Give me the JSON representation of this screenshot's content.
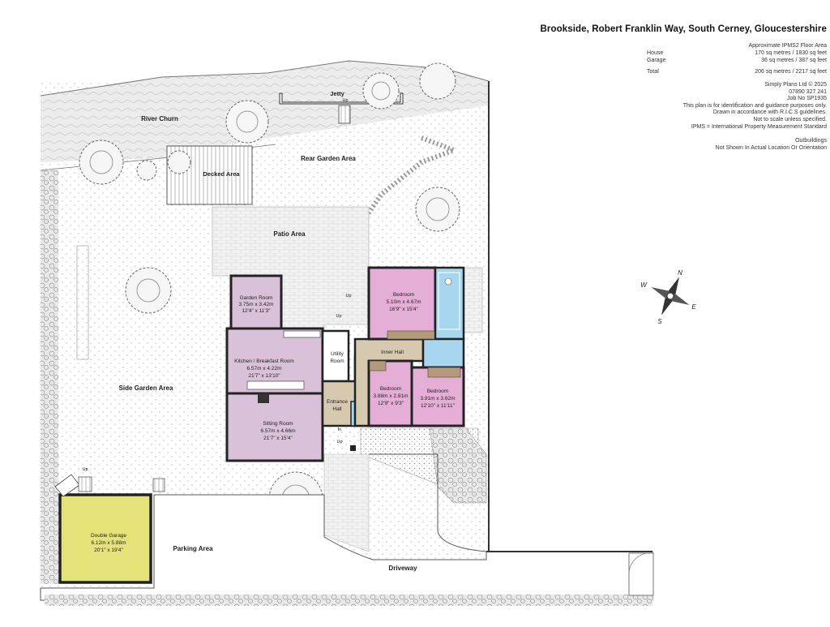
{
  "header": {
    "title": "Brookside, Robert Franklin Way, South Cerney, Gloucestershire",
    "area_heading": "Approximate IPMS2 Floor Area",
    "rows": [
      {
        "label": "House",
        "value": "170 sq metres / 1830 sq feet"
      },
      {
        "label": "Garage",
        "value": "36 sq metres / 387 sq feet"
      }
    ],
    "total": {
      "label": "Total",
      "value": "206 sq metres / 2217 sq feet"
    },
    "notes": [
      "Simply Plans Ltd © 2025",
      "07890 327 241",
      "Job No SP1935",
      "This plan is for identification and guidance purposes only.",
      "Drawn in accordance with R.I.C.S guidelines.",
      "Not to scale unless specified.",
      "IPMS = International Property Measurement Standard"
    ],
    "outbuildings": [
      "Outbuildings",
      "Not Shown In Actual Location Or Orientation"
    ]
  },
  "compass": {
    "n": "N",
    "e": "E",
    "s": "S",
    "w": "W"
  },
  "areas": {
    "river": "River Churn",
    "jetty": "Jetty",
    "decked": "Decked Area",
    "rear_garden": "Rear Garden Area",
    "patio": "Patio Area",
    "side_garden": "Side Garden Area",
    "parking": "Parking Area",
    "driveway": "Driveway"
  },
  "rooms": {
    "garden_room": {
      "name": "Garden Room",
      "metric": "3.75m x 3.42m",
      "imperial": "12'4\" x 11'3\""
    },
    "kitchen": {
      "name": "Kitchen / Breakfast Room",
      "metric": "6.57m x 4.22m",
      "imperial": "21'7\" x 13'10\""
    },
    "utility": {
      "name1": "Utility",
      "name2": "Room"
    },
    "sitting": {
      "name": "Sitting Room",
      "metric": "6.57m x 4.66m",
      "imperial": "21'7\" x 15'4\""
    },
    "entrance": {
      "name1": "Entrance",
      "name2": "Hall"
    },
    "bedroom1": {
      "name": "Bedroom",
      "metric": "5.10m x 4.67m",
      "imperial": "16'9\" x 15'4\""
    },
    "inner_hall": {
      "name": "Inner Hall"
    },
    "bedroom2": {
      "name": "Bedroom",
      "metric": "3.88m x 2.81m",
      "imperial": "12'9\" x 9'3\""
    },
    "bedroom3": {
      "name": "Bedroom",
      "metric": "3.91m x 3.62m",
      "imperial": "12'10\" x 11'11\""
    },
    "garage": {
      "name": "Double Garage",
      "metric": "6.12m x 5.88m",
      "imperial": "20'1\" x 19'4\""
    }
  },
  "markers": {
    "up": "Up",
    "in": "In"
  }
}
